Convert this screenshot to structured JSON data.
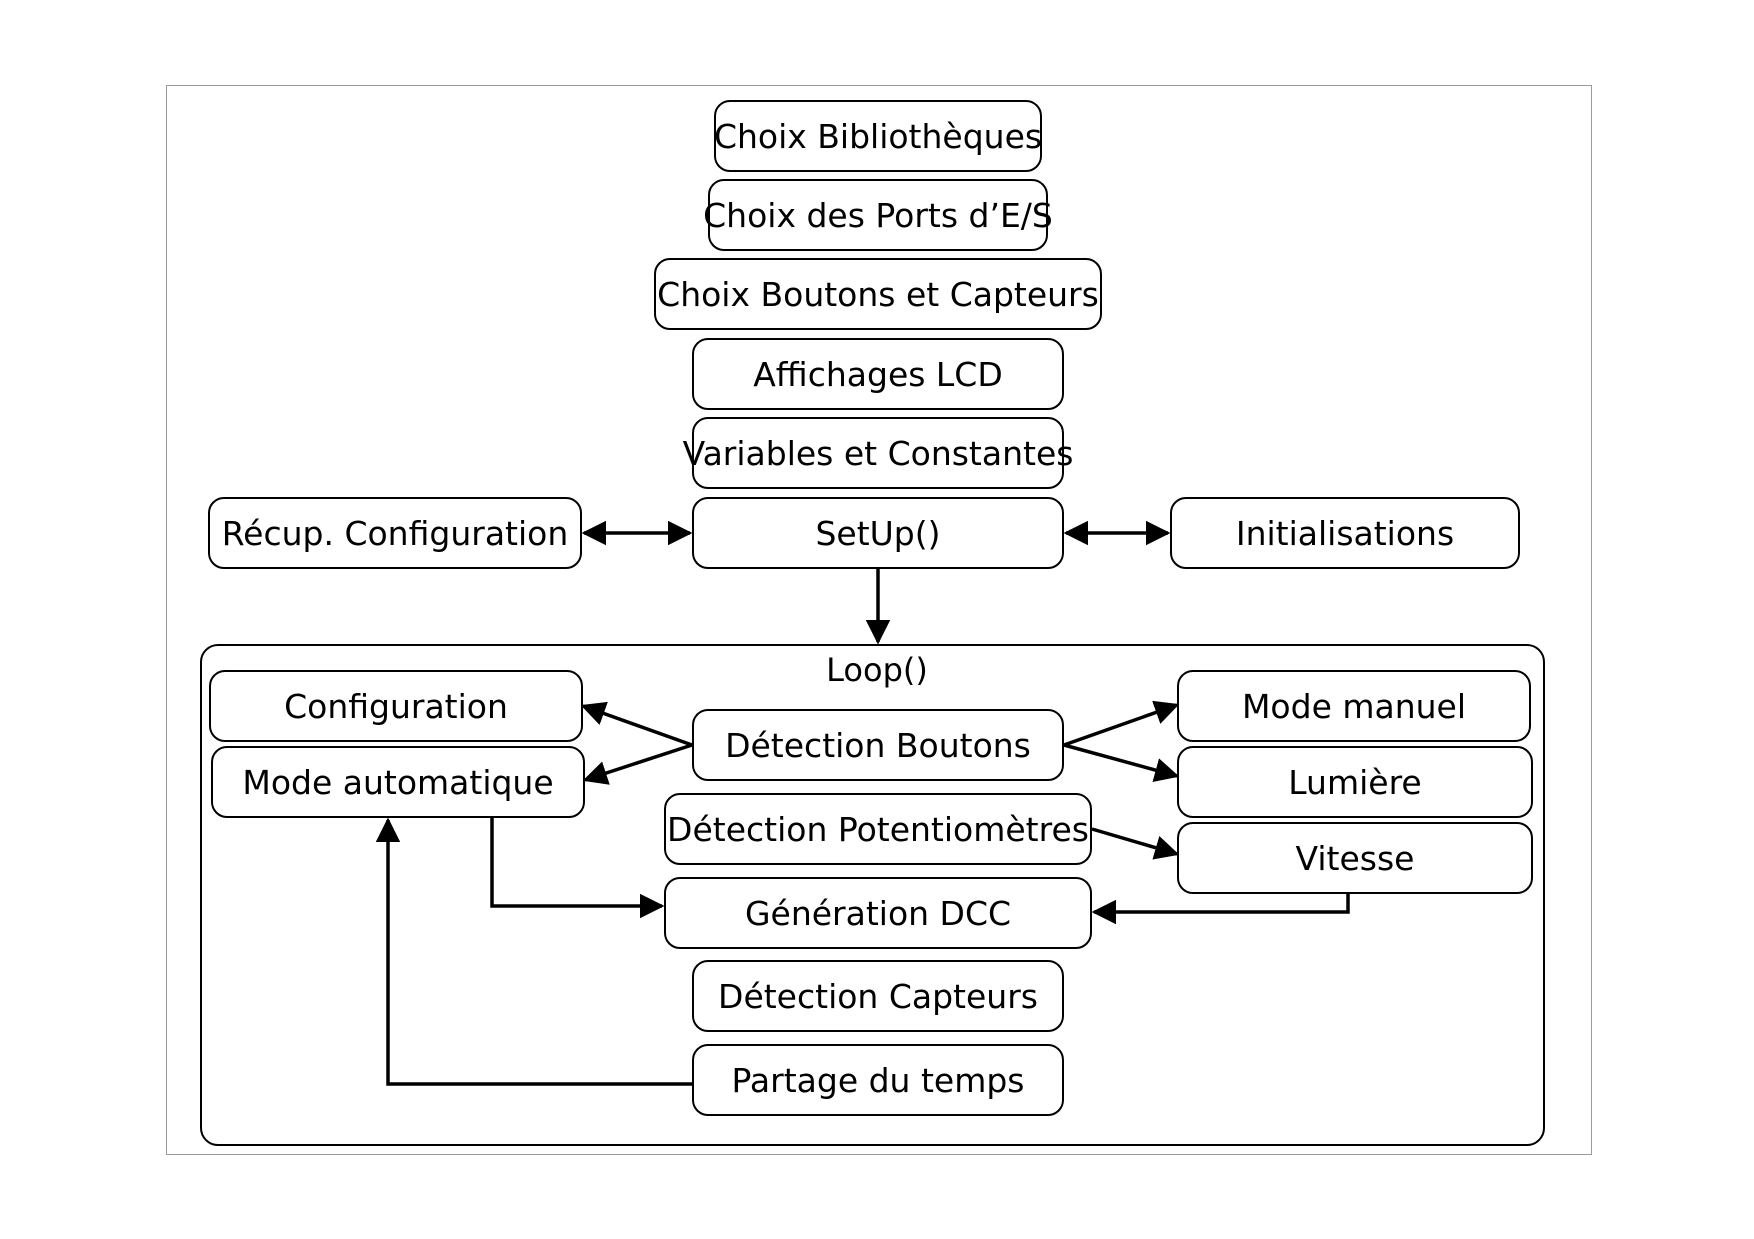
{
  "setup_chain": [
    "Choix Bibliothèques",
    "Choix des Ports d’E/S",
    "Choix Boutons et Capteurs",
    "Affichages LCD",
    "Variables et Constantes"
  ],
  "setup": {
    "main": "SetUp()",
    "left": "Récup. Configuration",
    "right": "Initialisations"
  },
  "loop": {
    "title": "Loop()",
    "left": [
      "Configuration",
      "Mode automatique"
    ],
    "center": [
      "Détection Boutons",
      "Détection Potentiomètres",
      "Génération DCC",
      "Détection Capteurs",
      "Partage du temps"
    ],
    "right": [
      "Mode manuel",
      "Lumière",
      "Vitesse"
    ]
  }
}
